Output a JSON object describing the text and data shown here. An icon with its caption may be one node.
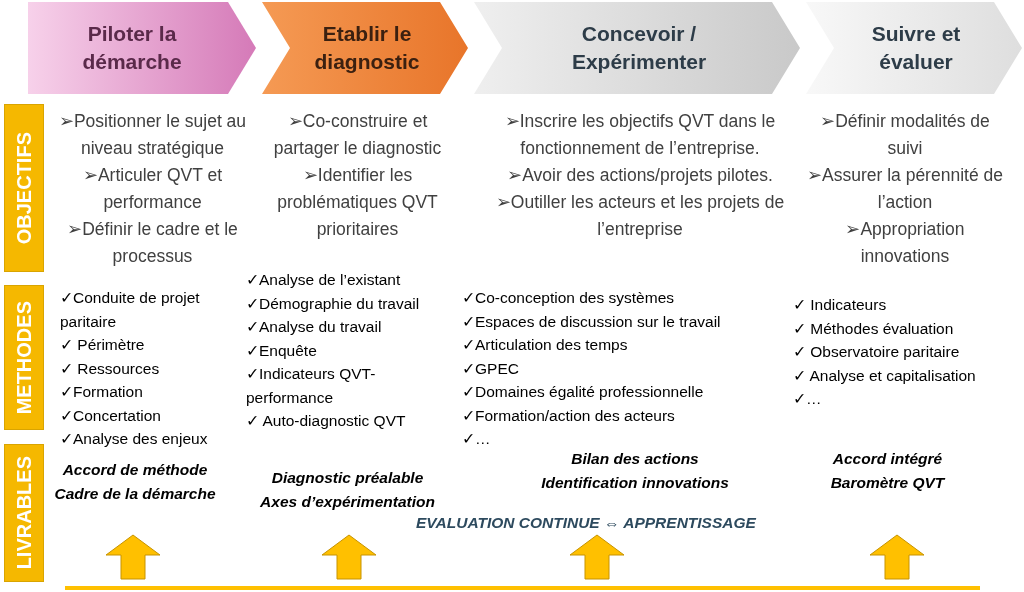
{
  "diagram": {
    "nodes": [
      {
        "text": [
          "Piloter la démarche"
        ]
      },
      {
        "text": [
          "Etablir le diagnostic"
        ]
      },
      {
        "text": [
          "Concevoir / Expérimenter"
        ]
      },
      {
        "text": [
          "Suivre et évaluer"
        ]
      },
      {
        "text": [
          "OBJECTIFS"
        ]
      },
      {
        "text": [
          "METHODES"
        ]
      },
      {
        "text": [
          "LIVRABLES"
        ]
      }
    ],
    "edges": [],
    "labels": [
      "➢Positionner le sujet au niveau stratégique",
      "➢Articuler QVT et performance",
      "➢Définir le cadre et le processus",
      "➢Co-construire et partager le diagnostic",
      "➢Identifier les problématiques QVT prioritaires",
      "➢Inscrire les objectifs QVT dans le fonctionnement de l’entreprise.",
      "➢Avoir des actions/projets pilotes.",
      "➢Outiller les acteurs et les projets de l’entreprise",
      "➢Définir modalités de suivi",
      "➢Assurer la pérennité de l’action",
      "➢Appropriation innovations",
      "✓Conduite de projet paritaire",
      "✓ Périmètre",
      "✓ Ressources",
      "✓Formation",
      "✓Concertation",
      "✓Analyse des enjeux",
      "✓Analyse de l’existant",
      "✓Démographie du travail",
      "✓Analyse du travail",
      "✓Enquête",
      "✓Indicateurs QVT-performance",
      "✓ Auto-diagnostic QVT",
      "✓Co-conception des systèmes",
      "✓Espaces de discussion sur le travail",
      "✓Articulation des temps",
      "✓GPEC",
      "✓Domaines égalité professionnelle",
      "✓Formation/action des acteurs",
      "✓…",
      "✓ Indicateurs",
      "✓ Méthodes évaluation",
      "✓ Observatoire paritaire",
      "✓ Analyse et capitalisation",
      "✓…",
      "Accord de méthode",
      "Cadre de la démarche",
      "Diagnostic préalable",
      "Axes d’expérimentation",
      "Bilan des actions",
      "Identification innovations",
      "Accord intégré",
      "Baromètre QVT",
      "EVALUATION CONTINUE ⇔ APPRENTISSAGE"
    ]
  }
}
